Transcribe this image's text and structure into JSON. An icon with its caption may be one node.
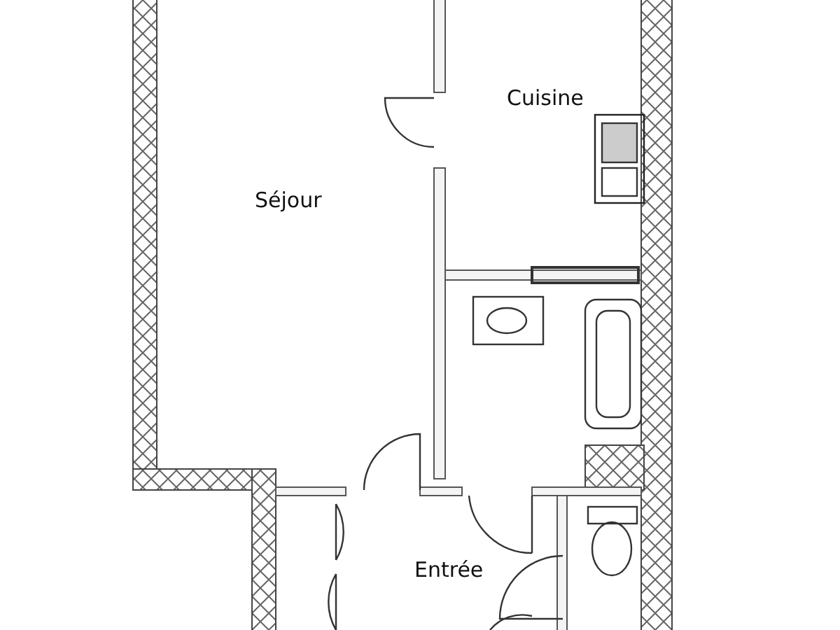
{
  "diagram": {
    "labels": [
      "Cuisine",
      "Séjour",
      "Entrée"
    ]
  }
}
